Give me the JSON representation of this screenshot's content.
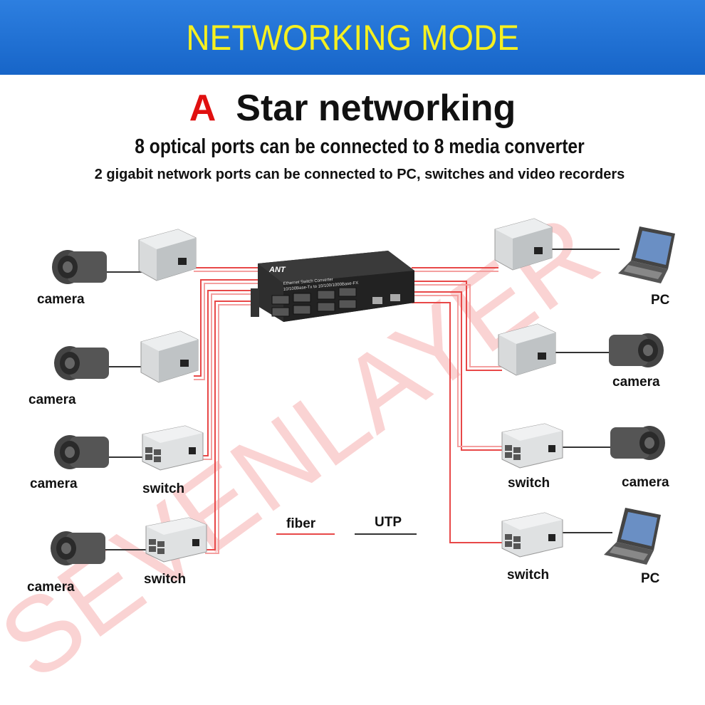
{
  "banner": {
    "title": "NETWORKING MODE"
  },
  "heading": {
    "letter": "A",
    "title": "Star networking"
  },
  "subtitle": "8 optical ports can be connected to 8 media converter",
  "description": "2 gigabit network ports can be connected to PC, switches and video recorders",
  "watermark": "SEVENLAYER",
  "central_device": {
    "brand": "ANT",
    "line1": "Ethernet Switch Converter",
    "line2": "10/100Base-Tx to 10/100/1000Base-FX"
  },
  "labels": {
    "camera": "camera",
    "switch": "switch",
    "pc": "PC"
  },
  "legend": {
    "fiber": "fiber",
    "utp": "UTP"
  },
  "colors": {
    "banner": "#1e6fd4",
    "banner_text": "#f5f020",
    "fiber": "#e84848",
    "utp": "#333333",
    "accent": "#e01010"
  }
}
